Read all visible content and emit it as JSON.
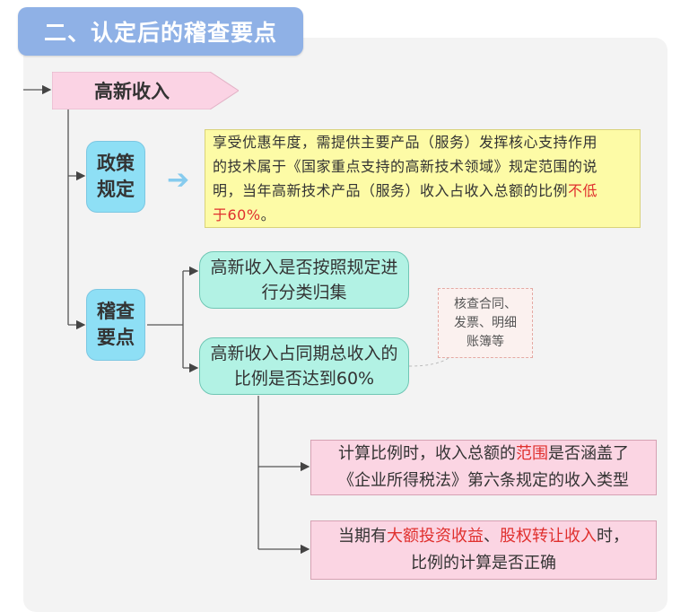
{
  "title": "二、认定后的稽查要点",
  "high_income": "高新收入",
  "policy_label": [
    "政策",
    "规定"
  ],
  "policy_arrow": "➔",
  "policy_text": {
    "line1": "享受优惠年度，需提供主要产品（服务）发挥核心支持作用",
    "line2": "的技术属于《国家重点支持的高新技术领域》规定范围的说",
    "line3_pre": "明，当年高新技术产品（服务）收入占收入总额的比例",
    "line3_red": "不低",
    "line4_red": "于60%",
    "line4_post": "。"
  },
  "audit_label": [
    "稽查",
    "要点"
  ],
  "check1": [
    "高新收入是否按照规定进",
    "行分类归集"
  ],
  "check2": [
    "高新收入占同期总收入的",
    "比例是否达到60%"
  ],
  "note": [
    "核查合同、",
    "发票、明细",
    "账簿等"
  ],
  "detail1": {
    "pre": "计算比例时，收入总额的",
    "red": "范围",
    "post": "是否涵盖了",
    "line2": "《企业所得税法》第六条规定的收入类型"
  },
  "detail2": {
    "pre": "当期有",
    "red1": "大额投资收益",
    "mid": "、",
    "red2": "股权转让收入",
    "post": "时，",
    "line2": "比例的计算是否正确"
  },
  "colors": {
    "title_tab": "#8fb1e6",
    "banner_pink": "#fbd3e4",
    "blue_pill": "#8edff5",
    "yellow_box": "#fdfba6",
    "teal_box": "#b2f2e4",
    "pink_box": "#fbd5e3",
    "highlight_red": "#e0302e"
  }
}
